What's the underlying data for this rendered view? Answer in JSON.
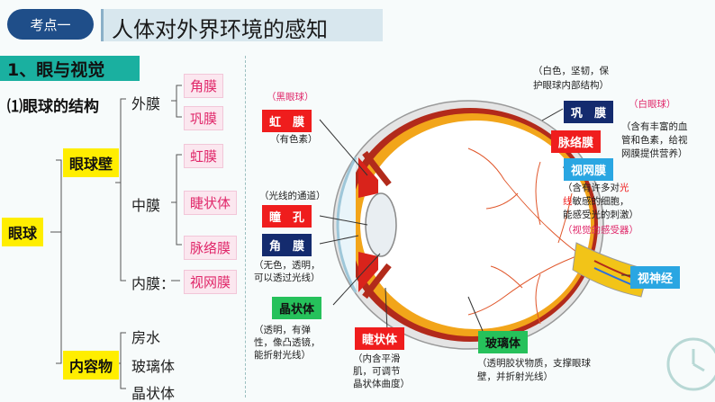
{
  "header": {
    "badge": "考点一",
    "title": "人体对外界环境的感知"
  },
  "section": {
    "heading": "1、眼与视觉",
    "subheading": "⑴眼球的结构"
  },
  "tree": {
    "root": "眼球",
    "wall": "眼球壁",
    "contents": "内容物",
    "outer_layer": "外膜",
    "middle_layer": "中膜",
    "inner_layer": "内膜：",
    "cornea": "角膜",
    "sclera": "巩膜",
    "iris": "虹膜",
    "ciliary_body": "睫状体",
    "choroid": "脉络膜",
    "retina": "视网膜",
    "aqueous": "房水",
    "vitreous": "玻璃体",
    "lens": "晶状体"
  },
  "diagram": {
    "iris": {
      "label": "虹　膜",
      "note_pink": "（黑眼球）",
      "note": "（有色素）"
    },
    "pupil": {
      "label": "瞳　孔",
      "note": "（光线的通道）"
    },
    "cornea": {
      "label": "角　膜",
      "note_1": "（无色，透明，",
      "note_2": "可以透过光线）"
    },
    "lens": {
      "label": "晶状体",
      "note_1": "（透明，有弹",
      "note_2": "性，像凸透镜，",
      "note_3": "能折射光线）"
    },
    "ciliary": {
      "label": "睫状体",
      "note_1": "（内含平滑",
      "note_2": "肌，可调节",
      "note_3": "晶状体曲度）"
    },
    "vitreous": {
      "label": "玻璃体",
      "note_1": "（透明胶状物质，支撑眼球",
      "note_2": "壁，并折射光线）"
    },
    "sclera": {
      "label": "巩　膜",
      "note_top_1": "（白色，坚韧，保",
      "note_top_2": "护眼球内部结构）",
      "note_pink": "（白眼球）"
    },
    "choroid": {
      "label": "脉络膜",
      "note_1": "（含有丰富的血",
      "note_2": "管和色素，给视",
      "note_3": "网膜提供营养）"
    },
    "retina": {
      "label": "视网膜",
      "note_1a": "（含有许多对",
      "note_1b": "光",
      "note_2a": "线",
      "note_2b": "敏感的细胞，",
      "note_3": "能感受光的刺激）",
      "note_pink": "（视觉的感受器）"
    },
    "optic_nerve": {
      "label": "视神经"
    }
  },
  "colors": {
    "badge": "#1f4e89",
    "section_bar": "#1ab0a0",
    "sclera": "#142b6e",
    "iris": "#ef1d1d",
    "retina": "#2aa6e2",
    "lens": "#26c15b"
  }
}
